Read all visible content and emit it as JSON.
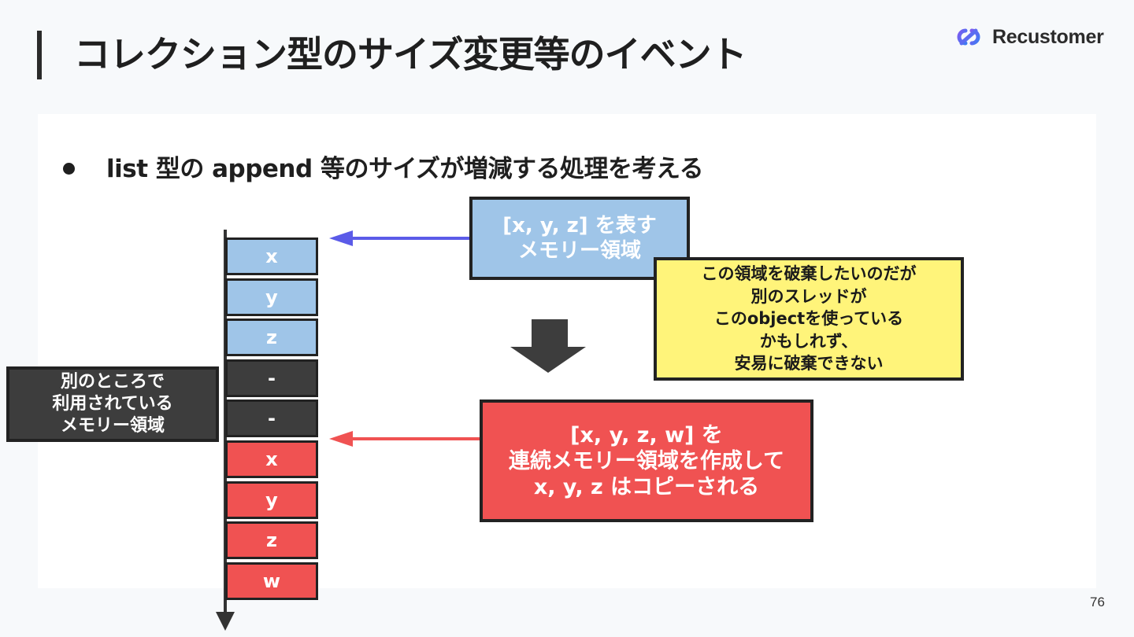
{
  "slide": {
    "title": "コレクション型のサイズ変更等のイベント",
    "brand": "Recustomer",
    "page_number": "76",
    "bullet": "list 型の append 等のサイズが増減する処理を考える"
  },
  "memory": {
    "cells": [
      {
        "label": "x",
        "kind": "old"
      },
      {
        "label": "y",
        "kind": "old"
      },
      {
        "label": "z",
        "kind": "old"
      },
      {
        "label": "-",
        "kind": "used"
      },
      {
        "label": "-",
        "kind": "used"
      },
      {
        "label": "x",
        "kind": "new"
      },
      {
        "label": "y",
        "kind": "new"
      },
      {
        "label": "z",
        "kind": "new"
      },
      {
        "label": "w",
        "kind": "new"
      }
    ]
  },
  "callouts": {
    "old_region": "[x, y, z] を表す\nメモリー領域",
    "warning": "この領域を破棄したいのだが\n別のスレッドが\nこのobjectを使っている\nかもしれず、\n安易に破棄できない",
    "used_elsewhere": "別のところで\n利用されている\nメモリー領域",
    "new_region": "[x, y, z, w] を\n連続メモリー領域を作成して\nx, y, z はコピーされる"
  },
  "colors": {
    "old_region": "#9fc5e8",
    "used_region": "#3d3d3d",
    "new_region": "#f05252",
    "warning": "#fff47a",
    "old_arrow": "#5b5be8",
    "new_arrow": "#f05252"
  }
}
